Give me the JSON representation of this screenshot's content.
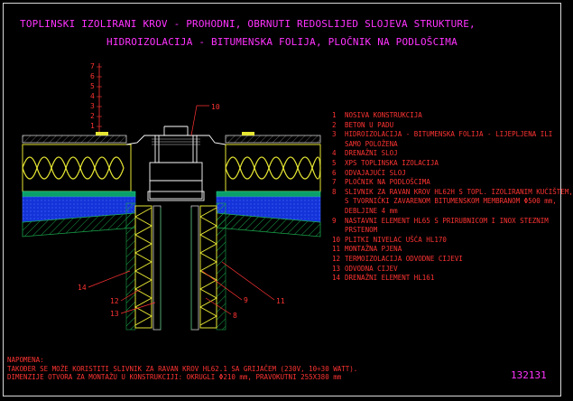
{
  "title": {
    "line1": "TOPLINSKI IZOLIRANI KROV - PROHODNI, OBRNUTI REDOSLIJED SLOJEVA STRUKTURE,",
    "line2": "HIDROIZOLACIJA - BITUMENSKA FOLIJA, PLOČNIK NA PODLOŠCIMA"
  },
  "legend": [
    {
      "num": "1",
      "text": "NOSIVA KONSTRUKCIJA"
    },
    {
      "num": "2",
      "text": "BETON U PADU"
    },
    {
      "num": "3",
      "text": "HIDROIZOLACIJA - BITUMENSKA FOLIJA - LIJEPLJENA ILI"
    },
    {
      "num": "",
      "text": "SAMO POLOŽENA"
    },
    {
      "num": "4",
      "text": "DRENAŽNI SLOJ"
    },
    {
      "num": "5",
      "text": "XPS TOPLINSKA IZOLACIJA"
    },
    {
      "num": "6",
      "text": "ODVAJAJUĆI SLOJ"
    },
    {
      "num": "7",
      "text": "PLOČNIK NA PODLOŠCIMA"
    },
    {
      "num": "8",
      "text": "SLIVNIK ZA RAVAN KROV HL62H S TOPL. IZOLIRANIM KUĆIŠTEM,"
    },
    {
      "num": "",
      "text": "S TVORNIČKI ZAVARENOM BITUMENSKOM MEMBRANOM Φ500 mm,"
    },
    {
      "num": "",
      "text": "DEBLJINE 4 mm"
    },
    {
      "num": "9",
      "text": "NASTAVNI ELEMENT HL65 S PRIRUBNICOM I INOX STEZNIM"
    },
    {
      "num": "",
      "text": "PRSTENOM"
    },
    {
      "num": "10",
      "text": "PLITKI NIVELAC UŠĆA HL170"
    },
    {
      "num": "11",
      "text": "MONTAŽNA PJENA"
    },
    {
      "num": "12",
      "text": "TERMOIZOLACIJA ODVODNE CIJEVI"
    },
    {
      "num": "13",
      "text": "ODVODNA CIJEV"
    },
    {
      "num": "14",
      "text": "DRENAŽNI ELEMENT HL161"
    }
  ],
  "ticks": [
    "7",
    "6",
    "5",
    "4",
    "3",
    "2",
    "1"
  ],
  "callouts": {
    "c10": "10",
    "c14": "14",
    "c12": "12",
    "c13": "13",
    "c9": "9",
    "c11": "11",
    "c8": "8"
  },
  "notes": {
    "heading": "NAPOMENA:",
    "line1": "TAKOĐER SE MOŽE KORISTITI SLIVNIK ZA RAVAN KROV HL62.1 SA GRIJAČEM (230V, 10÷30 WATT).",
    "line2": "DIMENZIJE OTVORA ZA MONTAŽU U KONSTRUKCIJI: OKRUGLI Φ210 mm, PRAVOKUTNI 255X380 mm"
  },
  "code": "132131",
  "colors": {
    "title": "#ff33ff",
    "text": "#ff3333",
    "insulation": "#e6e633",
    "water": "#1a3cff",
    "concrete": "#1a9a6a",
    "hatch": "#19a34a",
    "paver": "#b0b0b0",
    "line": "#ffffff"
  }
}
